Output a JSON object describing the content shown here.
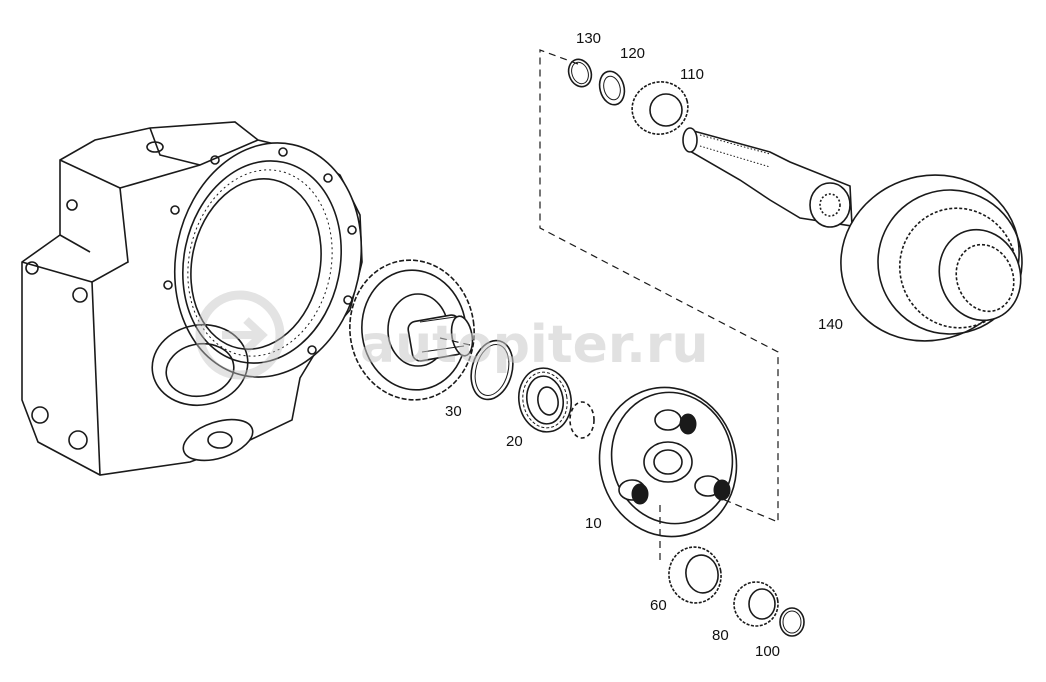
{
  "diagram": {
    "parts": [
      {
        "id": "10",
        "label": "10"
      },
      {
        "id": "20",
        "label": "20"
      },
      {
        "id": "30",
        "label": "30"
      },
      {
        "id": "60",
        "label": "60"
      },
      {
        "id": "80",
        "label": "80"
      },
      {
        "id": "100",
        "label": "100"
      },
      {
        "id": "110",
        "label": "110"
      },
      {
        "id": "120",
        "label": "120"
      },
      {
        "id": "130",
        "label": "130"
      },
      {
        "id": "140",
        "label": "140"
      }
    ],
    "watermark": {
      "text": "autopiter.ru"
    }
  }
}
